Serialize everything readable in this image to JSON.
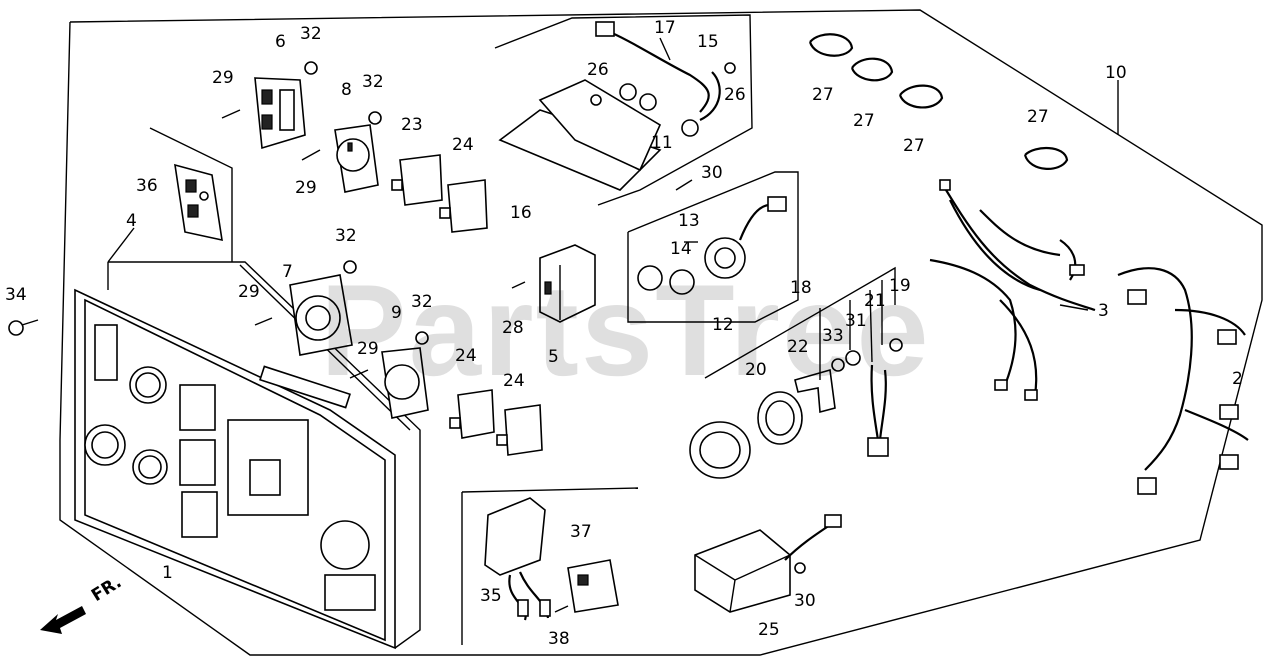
{
  "watermark": "PartsTree",
  "direction_label": "FR.",
  "callouts": [
    {
      "id": "c1",
      "label": "1"
    },
    {
      "id": "c2",
      "label": "2"
    },
    {
      "id": "c3",
      "label": "3"
    },
    {
      "id": "c4",
      "label": "4"
    },
    {
      "id": "c5",
      "label": "5"
    },
    {
      "id": "c6",
      "label": "6"
    },
    {
      "id": "c7",
      "label": "7"
    },
    {
      "id": "c8",
      "label": "8"
    },
    {
      "id": "c9",
      "label": "9"
    },
    {
      "id": "c10",
      "label": "10"
    },
    {
      "id": "c11",
      "label": "11"
    },
    {
      "id": "c12",
      "label": "12"
    },
    {
      "id": "c13",
      "label": "13"
    },
    {
      "id": "c14",
      "label": "14"
    },
    {
      "id": "c15",
      "label": "15"
    },
    {
      "id": "c16",
      "label": "16"
    },
    {
      "id": "c17",
      "label": "17"
    },
    {
      "id": "c18",
      "label": "18"
    },
    {
      "id": "c19",
      "label": "19"
    },
    {
      "id": "c20",
      "label": "20"
    },
    {
      "id": "c21",
      "label": "21"
    },
    {
      "id": "c22",
      "label": "22"
    },
    {
      "id": "c23",
      "label": "23"
    },
    {
      "id": "c24a",
      "label": "24"
    },
    {
      "id": "c24b",
      "label": "24"
    },
    {
      "id": "c24c",
      "label": "24"
    },
    {
      "id": "c25",
      "label": "25"
    },
    {
      "id": "c26a",
      "label": "26"
    },
    {
      "id": "c26b",
      "label": "26"
    },
    {
      "id": "c27a",
      "label": "27"
    },
    {
      "id": "c27b",
      "label": "27"
    },
    {
      "id": "c27c",
      "label": "27"
    },
    {
      "id": "c27d",
      "label": "27"
    },
    {
      "id": "c28",
      "label": "28"
    },
    {
      "id": "c29a",
      "label": "29"
    },
    {
      "id": "c29b",
      "label": "29"
    },
    {
      "id": "c29c",
      "label": "29"
    },
    {
      "id": "c29d",
      "label": "29"
    },
    {
      "id": "c30a",
      "label": "30"
    },
    {
      "id": "c30b",
      "label": "30"
    },
    {
      "id": "c31",
      "label": "31"
    },
    {
      "id": "c32a",
      "label": "32"
    },
    {
      "id": "c32b",
      "label": "32"
    },
    {
      "id": "c32c",
      "label": "32"
    },
    {
      "id": "c32d",
      "label": "32"
    },
    {
      "id": "c33",
      "label": "33"
    },
    {
      "id": "c34",
      "label": "34"
    },
    {
      "id": "c35",
      "label": "35"
    },
    {
      "id": "c36",
      "label": "36"
    },
    {
      "id": "c37",
      "label": "37"
    },
    {
      "id": "c38",
      "label": "38"
    }
  ]
}
